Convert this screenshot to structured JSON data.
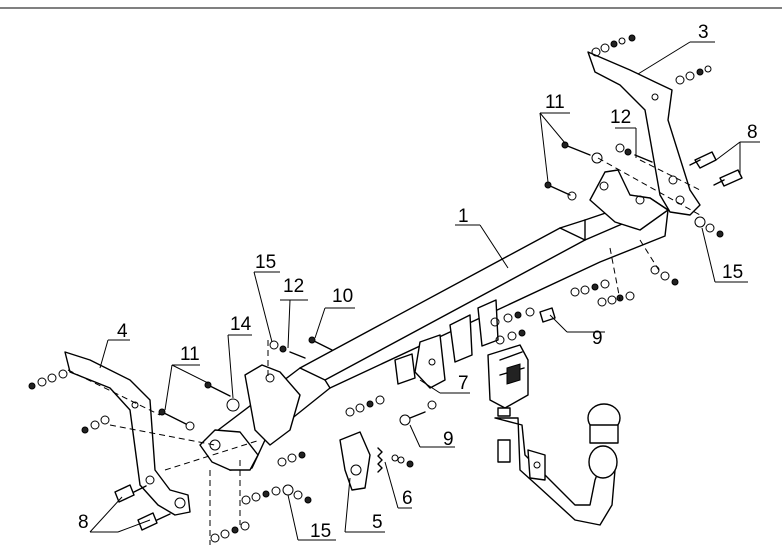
{
  "labels": [
    {
      "id": "part-1",
      "text": "1"
    },
    {
      "id": "part-3",
      "text": "3"
    },
    {
      "id": "part-4",
      "text": "4"
    },
    {
      "id": "part-5",
      "text": "5"
    },
    {
      "id": "part-6",
      "text": "6"
    },
    {
      "id": "part-7",
      "text": "7"
    },
    {
      "id": "part-8-right",
      "text": "8"
    },
    {
      "id": "part-8-left",
      "text": "8"
    },
    {
      "id": "part-9-upper",
      "text": "9"
    },
    {
      "id": "part-9-lower",
      "text": "9"
    },
    {
      "id": "part-10",
      "text": "10"
    },
    {
      "id": "part-11-right",
      "text": "11"
    },
    {
      "id": "part-11-left",
      "text": "11"
    },
    {
      "id": "part-12-right",
      "text": "12"
    },
    {
      "id": "part-12-left",
      "text": "12"
    },
    {
      "id": "part-14",
      "text": "14"
    },
    {
      "id": "part-15-left",
      "text": "15"
    },
    {
      "id": "part-15-bottom",
      "text": "15"
    },
    {
      "id": "part-15-right",
      "text": "15"
    }
  ]
}
